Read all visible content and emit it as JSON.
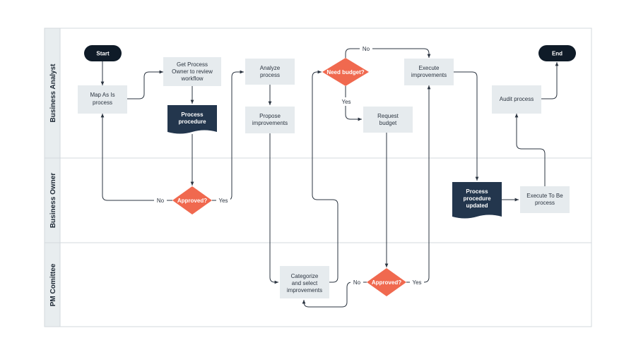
{
  "lanes": [
    {
      "id": "business_analyst",
      "label": "Business Analyst"
    },
    {
      "id": "business_owner",
      "label": "Business Owner"
    },
    {
      "id": "pm_committee",
      "label": "PM Comittee"
    }
  ],
  "nodes": {
    "start": {
      "lines": [
        "Start"
      ],
      "shape": "terminal"
    },
    "map_as_is": {
      "lines": [
        "Map As Is",
        "process"
      ],
      "shape": "process"
    },
    "get_owner": {
      "lines": [
        "Get Process",
        "Owner to review",
        "workflow"
      ],
      "shape": "process"
    },
    "process_procedure": {
      "lines": [
        "Process",
        "procedure"
      ],
      "shape": "document"
    },
    "approved_owner": {
      "lines": [
        "Approved?"
      ],
      "shape": "decision"
    },
    "analyze": {
      "lines": [
        "Analyze",
        "process"
      ],
      "shape": "process"
    },
    "propose": {
      "lines": [
        "Propose",
        "improvements"
      ],
      "shape": "process"
    },
    "categorize": {
      "lines": [
        "Categorize",
        "and select",
        "improvements"
      ],
      "shape": "process"
    },
    "need_budget": {
      "lines": [
        "Need budget?"
      ],
      "shape": "decision"
    },
    "request_budget": {
      "lines": [
        "Request",
        "budget"
      ],
      "shape": "process"
    },
    "approved_pm": {
      "lines": [
        "Approved?"
      ],
      "shape": "decision"
    },
    "execute": {
      "lines": [
        "Execute",
        "improvements"
      ],
      "shape": "process"
    },
    "procedure_updated": {
      "lines": [
        "Process",
        "procedure",
        "updated"
      ],
      "shape": "document"
    },
    "execute_to_be": {
      "lines": [
        "Execute To Be",
        "process"
      ],
      "shape": "process"
    },
    "audit": {
      "lines": [
        "Audit process"
      ],
      "shape": "process"
    },
    "end": {
      "lines": [
        "End"
      ],
      "shape": "terminal"
    }
  },
  "edge_labels": {
    "owner_no": "No",
    "owner_yes": "Yes",
    "budget_no": "No",
    "budget_yes": "Yes",
    "pm_no": "No",
    "pm_yes": "Yes"
  },
  "colors": {
    "terminal": "#0f1b28",
    "process": "#e6ebee",
    "document": "#23364d",
    "decision": "#f0694f",
    "lane_header": "#e8edef",
    "border": "#d3d9dd",
    "line": "#2b3440"
  }
}
